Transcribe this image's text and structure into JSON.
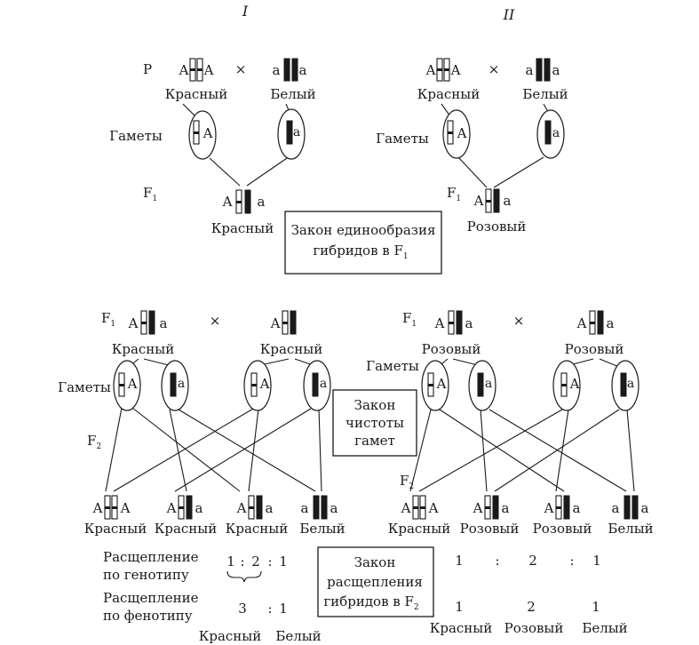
{
  "roman": {
    "left": "I",
    "right": "II"
  },
  "labels": {
    "p": "P",
    "cross": "×",
    "gametes": "Гаметы",
    "f1": "F",
    "f2": "F",
    "sub1": "1",
    "sub2": "2"
  },
  "alleles": {
    "dom": "A",
    "rec": "a"
  },
  "phenotypes": {
    "red": "Красный",
    "white": "Белый",
    "pink": "Розовый"
  },
  "laws": {
    "uniformity_line1": "Закон единообразия",
    "uniformity_line2": "гибридов в F",
    "purity_line1": "Закон",
    "purity_line2": "чистоты",
    "purity_line3": "гамет",
    "segregation_line1": "Закон",
    "segregation_line2": "расщепления",
    "segregation_line3": "гибридов в F"
  },
  "ratios": {
    "genotype_label_1": "Расщепление",
    "genotype_label_2": "по генотипу",
    "phenotype_label_1": "Расщепление",
    "phenotype_label_2": "по фенотипу",
    "num_1": "1",
    "num_2": "2",
    "num_3": "3",
    "colon": ":"
  }
}
